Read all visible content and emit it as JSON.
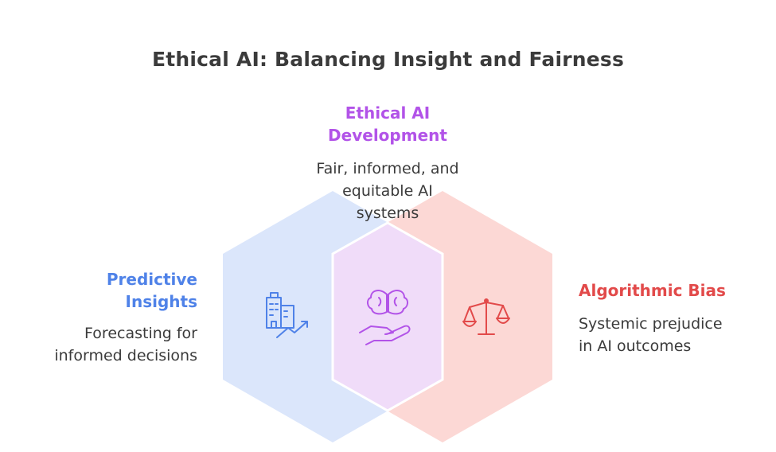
{
  "title": "Ethical AI: Balancing Insight and Fairness",
  "nodes": {
    "predictive": {
      "title_line1": "Predictive",
      "title_line2": "Insights",
      "desc_line1": "Forecasting for",
      "desc_line2": "informed decisions",
      "icon": "building-chart-icon"
    },
    "ethical": {
      "title_line1": "Ethical AI",
      "title_line2": "Development",
      "desc_line1": "Fair, informed, and",
      "desc_line2": "equitable AI",
      "desc_line3": "systems",
      "icon": "brain-hand-icon"
    },
    "bias": {
      "title": "Algorithmic Bias",
      "desc_line1": "Systemic prejudice",
      "desc_line2": "in AI outcomes",
      "icon": "scales-icon"
    }
  },
  "colors": {
    "blue_fill": "#dbe6fb",
    "red_fill": "#fcd8d5",
    "purple_fill": "#f0dcf9",
    "blue_text": "#4f82e8",
    "purple_text": "#b253e8",
    "red_text": "#e24a4a",
    "body_text": "#3b3b3b"
  }
}
